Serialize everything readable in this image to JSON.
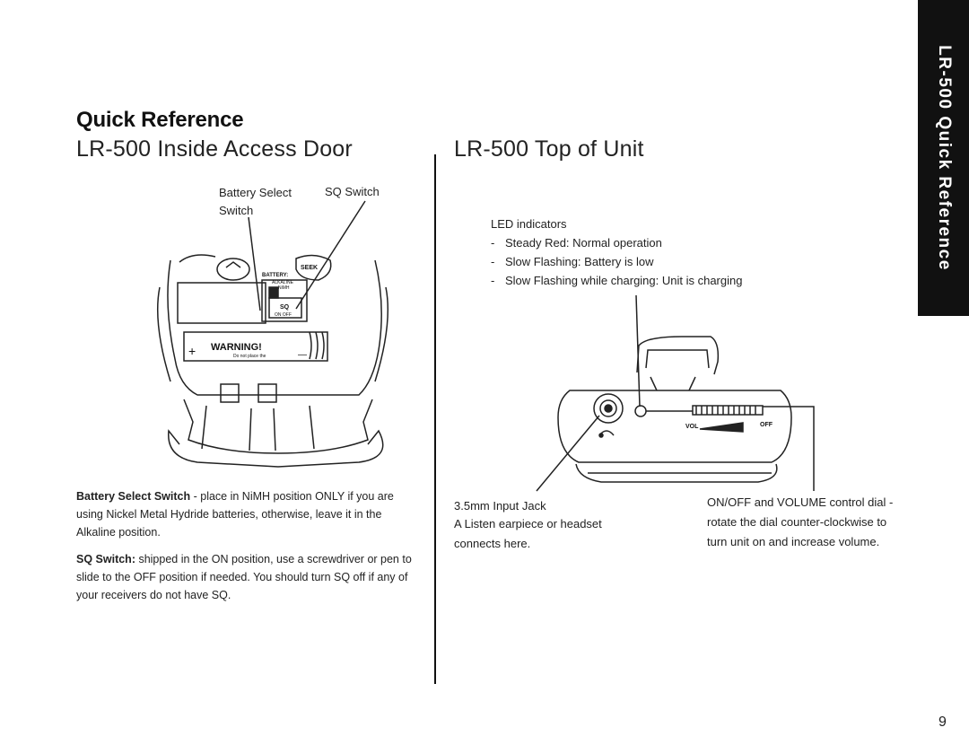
{
  "section_tab": "LR-500 Quick Reference",
  "title": "Quick Reference",
  "left": {
    "heading": "LR-500 Inside Access Door",
    "callout_battery": "Battery Select\nSwitch",
    "callout_battery_line1": "Battery Select",
    "callout_battery_line2": "Switch",
    "callout_sq": "SQ Switch",
    "device_labels": {
      "battery": "BATTERY:",
      "alkaline": "ALKALINE",
      "nimh": "NiMH",
      "sq": "SQ",
      "on_off": "ON  OFF",
      "seek": "SEEK",
      "warning": "WARNING!",
      "warning_sub": "Do not place the",
      "plus": "+",
      "minus": "—"
    },
    "para1_bold": "Battery Select Switch",
    "para1_text": " - place in NiMH position ONLY if you are using Nickel Metal Hydride batteries, otherwise, leave it in the Alkaline position.",
    "para2_bold": "SQ Switch:",
    "para2_text": " shipped in the ON position, use a screwdriver or pen to slide to the OFF position if needed.  You should turn SQ off if any of your receivers do not have SQ."
  },
  "right": {
    "heading": "LR-500 Top of Unit",
    "led_title": "LED indicators",
    "led_items": [
      "Steady Red:  Normal operation",
      "Slow Flashing:  Battery is low",
      "Slow Flashing while charging:  Unit is charging"
    ],
    "device_labels": {
      "vol": "VOL",
      "off": "OFF"
    },
    "jack_title": "3.5mm Input Jack",
    "jack_desc1": "A Listen earpiece or headset",
    "jack_desc2": "connects here.",
    "dial_line1": "ON/OFF and VOLUME control dial -",
    "dial_line2": "rotate the dial counter-clockwise to",
    "dial_line3": "turn unit on and increase volume."
  },
  "page_number": "9"
}
